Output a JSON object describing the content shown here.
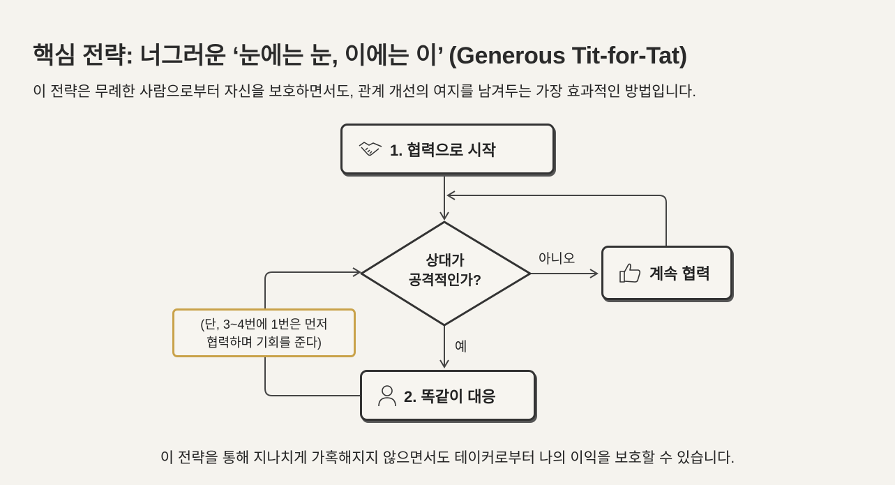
{
  "title": "핵심 전략: 너그러운 ‘눈에는 눈, 이에는 이’ (Generous Tit-for-Tat)",
  "subtitle": "이 전략은 무례한 사람으로부터 자신을 보호하면서도, 관계 개선의 여지를 남겨두는 가장 효과적인 방법입니다.",
  "flow": {
    "start": {
      "label": "1. 협력으로 시작",
      "icon": "handshake-icon"
    },
    "decision": {
      "line1": "상대가",
      "line2": "공격적인가?"
    },
    "no_label": "아니오",
    "yes_label": "예",
    "continue": {
      "label": "계속 협력",
      "icon": "thumbs-up-icon"
    },
    "respond": {
      "label": "2. 똑같이 대응",
      "icon": "person-icon"
    },
    "note": {
      "line1": "(단, 3~4번에 1번은 먼저",
      "line2": "협력하며 기회를 준다)"
    }
  },
  "colors": {
    "note_border": "#c9a24a",
    "line": "#333333",
    "background": "#f5f3ee"
  },
  "footer": "이 전략을 통해 지나치게 가혹해지지 않으면서도 테이커로부터 나의 이익을 보호할 수 있습니다."
}
